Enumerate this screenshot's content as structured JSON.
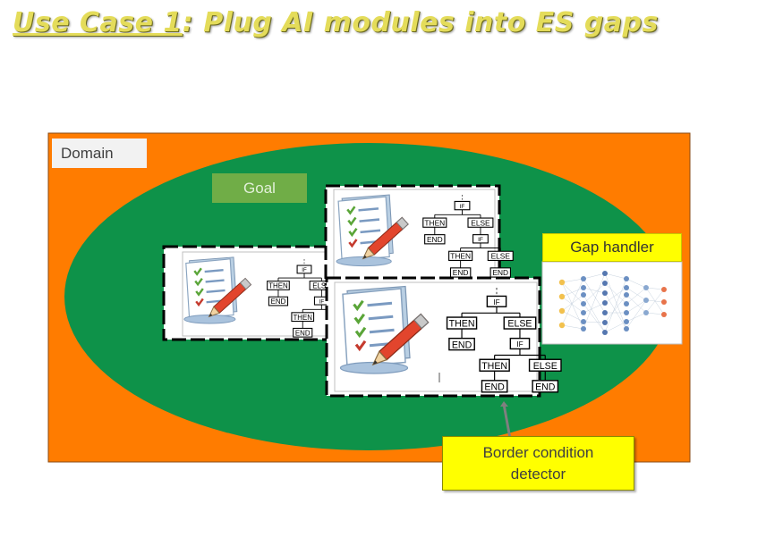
{
  "slide": {
    "title_underlined": "Use Case 1",
    "title_rest": ": Plug AI modules into ES gaps"
  },
  "diagram": {
    "domain_label": "Domain",
    "goal_label": "Goal",
    "gap_handler_label": "Gap handler",
    "border_detector_label": "Border condition\ndetector",
    "rule_tree": {
      "if": "IF",
      "then": "THEN",
      "else": "ELSE",
      "end": "END"
    },
    "colors": {
      "domain": "#ff7c00",
      "goal_region": "#0e9249",
      "goal_label": "#70ad47",
      "callout": "#ffff00",
      "title": "#e4dc5a"
    },
    "icons": [
      "checklist-pencil-icon",
      "neural-network-icon",
      "rule-tree-icon"
    ]
  }
}
